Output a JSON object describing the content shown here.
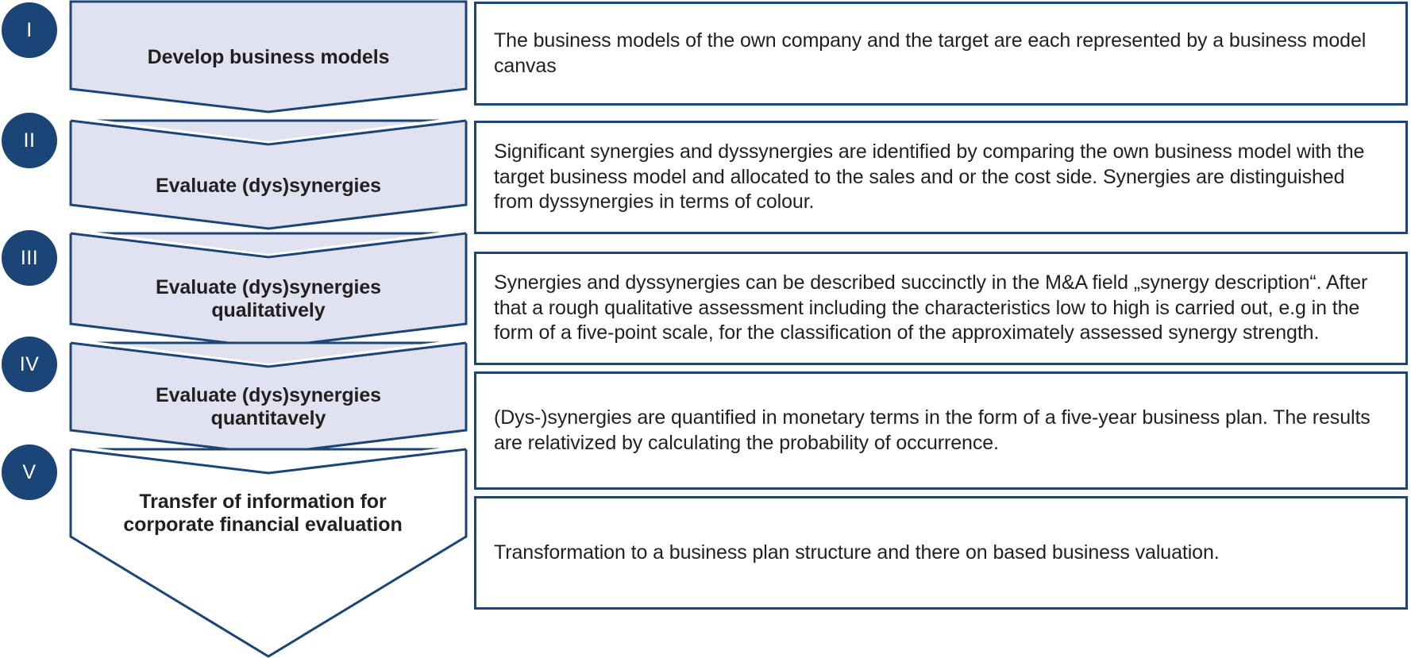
{
  "diagram": {
    "title": "Synergy evaluation process chevron diagram",
    "colors": {
      "navy": "#1b4576",
      "chevron_fill": "#e0e2ef",
      "chevron_fill_last": "#ffffff",
      "text": "#231f20",
      "background": "#ffffff"
    },
    "steps": [
      {
        "numeral": "I",
        "label": "Develop business models",
        "description": "The business models of the own company and the target are each represented by a business model canvas",
        "fill": "#e0e2ef"
      },
      {
        "numeral": "II",
        "label": "Evaluate (dys)synergies",
        "description": "Significant synergies and dyssynergies are identified by comparing the own business model with the target business model and allocated to the sales and or the cost side. Synergies are distinguished from dyssynergies in terms of colour.",
        "fill": "#e0e2ef"
      },
      {
        "numeral": "III",
        "label": "Evaluate (dys)synergies\nqualitatively",
        "description": "Synergies and dyssynergies can be described succinctly in the M&A field „synergy description“. After that a rough qualitative assessment including the characteristics low to high is carried out, e.g in the form of a five-point scale, for the classification of the approximately assessed synergy strength.",
        "fill": "#e0e2ef"
      },
      {
        "numeral": "IV",
        "label": "Evaluate (dys)synergies\nquantitavely",
        "description": "(Dys-)synergies are quantified in monetary terms in the form of a five-year business plan. The results are relativized by calculating the probability of occurrence.",
        "fill": "#e0e2ef"
      },
      {
        "numeral": "V",
        "label": "Transfer of information for\ncorporate financial evaluation",
        "description": "Transformation to a business plan structure and there on based business valuation.",
        "fill": "#ffffff"
      }
    ]
  }
}
